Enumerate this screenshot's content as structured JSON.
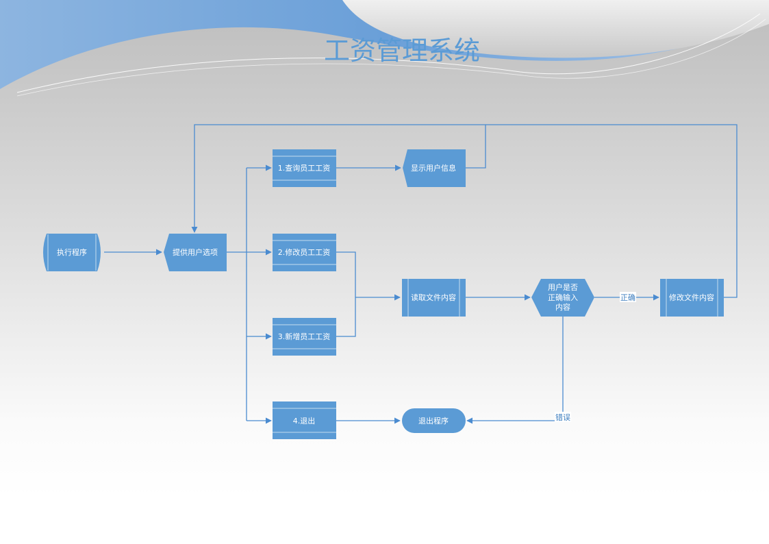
{
  "title": "工资管理系统",
  "nodes": {
    "start": "执行程序",
    "menu": "提供用户选项",
    "query": "1.查询员工工资",
    "show_info": "显示用户信息",
    "modify": "2.修改员工工资",
    "add": "3.新增员工工资",
    "read_file": "读取文件内容",
    "decision": [
      "用户是否",
      "正确输入",
      "内容"
    ],
    "modify_file": "修改文件内容",
    "quit": "4.退出",
    "end": "退出程序"
  },
  "edges": {
    "correct": "正确",
    "wrong": "错误"
  },
  "colors": {
    "shape_fill": "#5b9bd5",
    "edge": "#4a8bd0",
    "title": "#5b9bd5"
  }
}
